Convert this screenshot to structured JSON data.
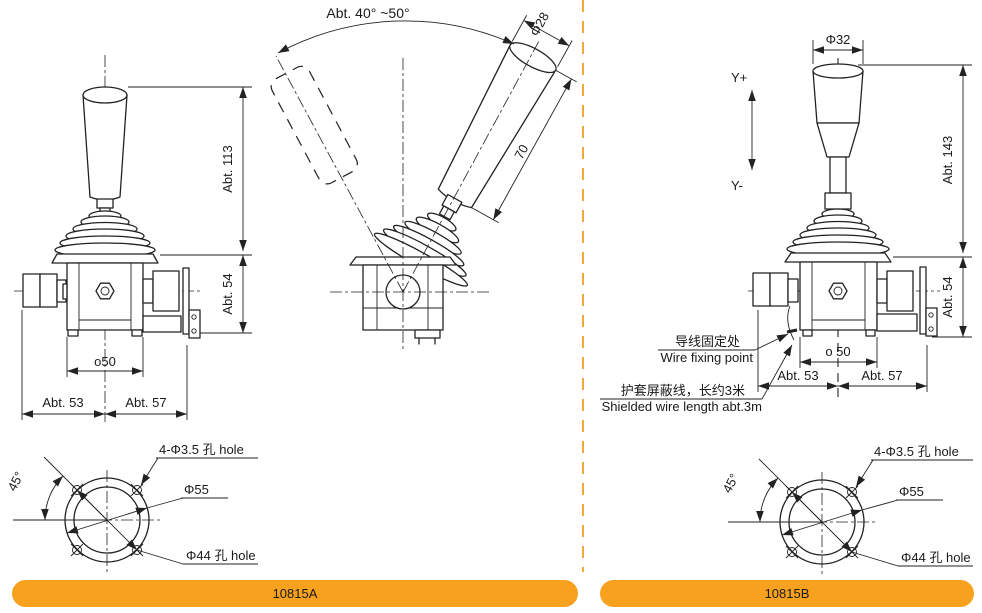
{
  "colors": {
    "accent_orange": "#F7A11E",
    "divider_orange": "#F2A93C",
    "line": "#222222",
    "background": "#ffffff"
  },
  "panel_a": {
    "model_label": "10815A",
    "front_view": {
      "dim_height": "Abt. 113",
      "dim_base_height": "Abt. 54",
      "dim_body_width": "o50",
      "dim_left": "Abt. 53",
      "dim_right": "Abt. 57"
    },
    "tilt_view": {
      "dim_angle": "Abt. 40°  ~50°",
      "dim_handle_dia": "Φ28",
      "dim_handle_len": "70"
    },
    "bottom_view": {
      "dim_angle": "45°",
      "label_holes": "4-Φ3.5 孔 hole",
      "label_outer_dia": "Φ55",
      "label_bolt_circle": "Φ44 孔 hole"
    }
  },
  "panel_b": {
    "model_label": "10815B",
    "front_view": {
      "dim_handle_dia": "Φ32",
      "axis_positive": "Y+",
      "axis_negative": "Y-",
      "dim_height": "Abt. 143",
      "dim_base_height": "Abt. 54",
      "dim_body_width": "o 50",
      "dim_left": "Abt. 53",
      "dim_right": "Abt. 57"
    },
    "annotations": {
      "wire_fixing_zh": "导线固定处",
      "wire_fixing_en": "Wire fixing point",
      "shielded_wire_zh": "护套屏蔽线，长约3米",
      "shielded_wire_en": "Shielded wire length abt.3m"
    },
    "bottom_view": {
      "dim_angle": "45°",
      "label_holes": "4-Φ3.5 孔 hole",
      "label_outer_dia": "Φ55",
      "label_bolt_circle": "Φ44 孔 hole"
    }
  }
}
